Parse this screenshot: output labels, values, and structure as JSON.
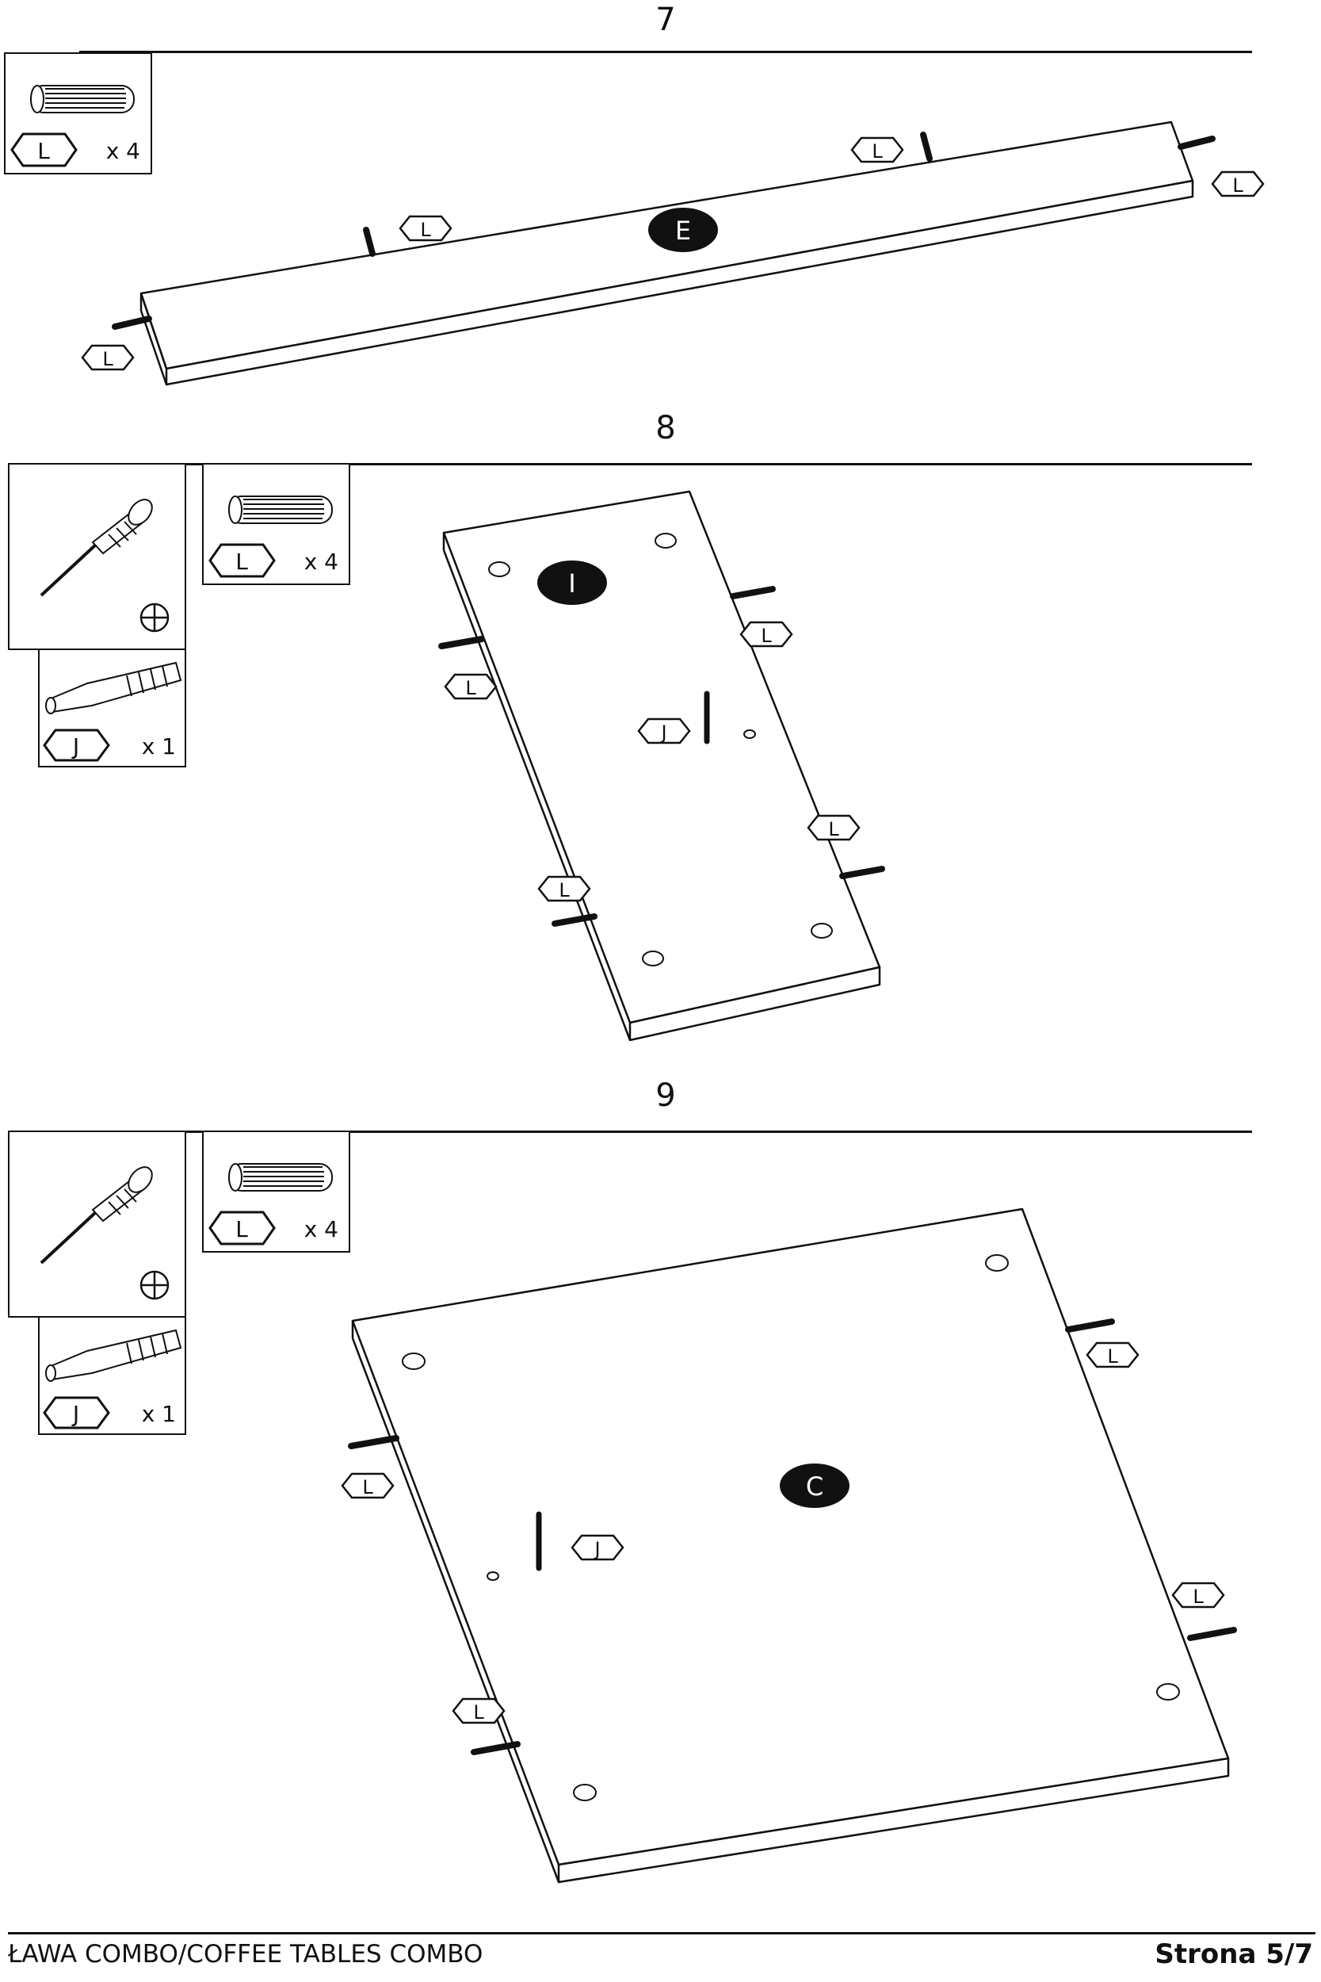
{
  "steps": [
    {
      "number": "7",
      "parts": [
        {
          "label": "L",
          "count": "x 4"
        }
      ],
      "panel_label": "E"
    },
    {
      "number": "8",
      "parts": [
        {
          "label": "L",
          "count": "x 4"
        },
        {
          "label": "J",
          "count": "x 1"
        }
      ],
      "panel_label": "I"
    },
    {
      "number": "9",
      "parts": [
        {
          "label": "L",
          "count": "x 4"
        },
        {
          "label": "J",
          "count": "x 1"
        }
      ],
      "panel_label": "C"
    }
  ],
  "dowel_label": "L",
  "cam_bolt_label": "J",
  "footer": {
    "title": "ŁAWA COMBO/COFFEE TABLES COMBO",
    "page": "Strona 5/7"
  }
}
